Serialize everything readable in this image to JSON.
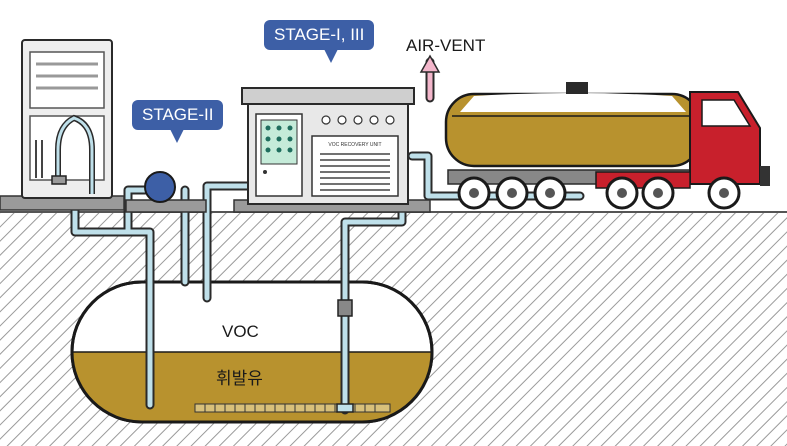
{
  "callouts": {
    "stage_2": "STAGE-II",
    "stage_1_3": "STAGE-I, III"
  },
  "labels": {
    "air_vent": "AIR-VENT",
    "voc": "VOC",
    "fuel": "휘발유",
    "recovery_unit": "VOC RECOVERY UNIT"
  },
  "colors": {
    "callout": "#3d5fa6",
    "pipe": "#bfe0ea",
    "fuel": "#b8922e",
    "truck_cab": "#c8202c",
    "vent_arrow": "#f3b6cb",
    "ground_hatch": "#9a9a9a"
  }
}
